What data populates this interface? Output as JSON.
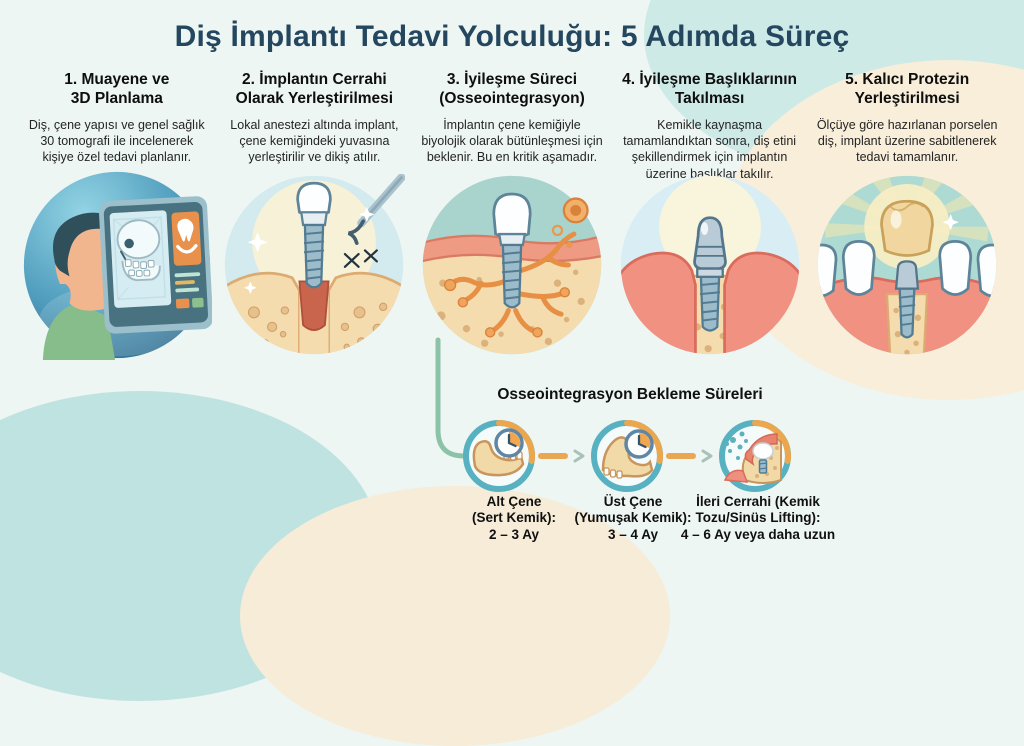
{
  "title": "Diş İmplantı Tedavi Yolculuğu: 5 Adımda Süreç",
  "steps": [
    {
      "heading": "1. Muayene ve\n3D Planlama",
      "description": "Diş, çene yapısı ve genel sağlık 30 tomografi ile incelenerek kişiye özel tedavi planlanır.",
      "illustration": "patient-3d-xray-screen-icon"
    },
    {
      "heading": "2. İmplantın Cerrahi\nOlarak Yerleştirilmesi",
      "description": "Lokal anestezi altında implant, çene kemiğindeki yuvasına yerleştirilir ve dikiş atılır.",
      "illustration": "implant-surgical-placement-icon"
    },
    {
      "heading": "3. İyileşme Süreci\n(Osseointegrasyon)",
      "description": "İmplantın çene kemiğiyle biyolojik olarak bütünleşmesi için beklenir. Bu en kritik aşamadır.",
      "illustration": "implant-osseointegration-icon"
    },
    {
      "heading": "4. İyileşme Başlıklarının\nTakılması",
      "description": "Kemikle kaynaşma tamamlandıktan sonra, diş etini şekillendirmek için implantın üzerine başlıklar takılır.",
      "illustration": "healing-abutment-icon"
    },
    {
      "heading": "5. Kalıcı Protezin\nYerleştirilmesi",
      "description": "Ölçüye göre hazırlanan porselen diş, implant üzerine sabitlenerek tedavi tamamlanır.",
      "illustration": "crown-placement-icon"
    }
  ],
  "timeline": {
    "heading": "Osseointegrasyon Bekleme Süreleri",
    "items": [
      {
        "label": "Alt Çene\n(Sert Kemik):\n2 – 3 Ay",
        "icon": "lower-jaw-clock-icon"
      },
      {
        "label": "Üst Çene\n(Yumuşak Kemik):\n3 – 4 Ay",
        "icon": "upper-jaw-clock-icon"
      },
      {
        "label": "İleri Cerrahi (Kemik\nTozu/Sinüs Lifting):\n4 – 6 Ay veya daha uzun",
        "icon": "sinus-lift-icon"
      }
    ]
  },
  "colors": {
    "title": "#24465f",
    "background": "#edf6f3",
    "ring_teal": "#58b1c0",
    "ring_orange": "#eca64d",
    "connector_green": "#8cc2a8",
    "connector_orange": "#e9a653"
  }
}
